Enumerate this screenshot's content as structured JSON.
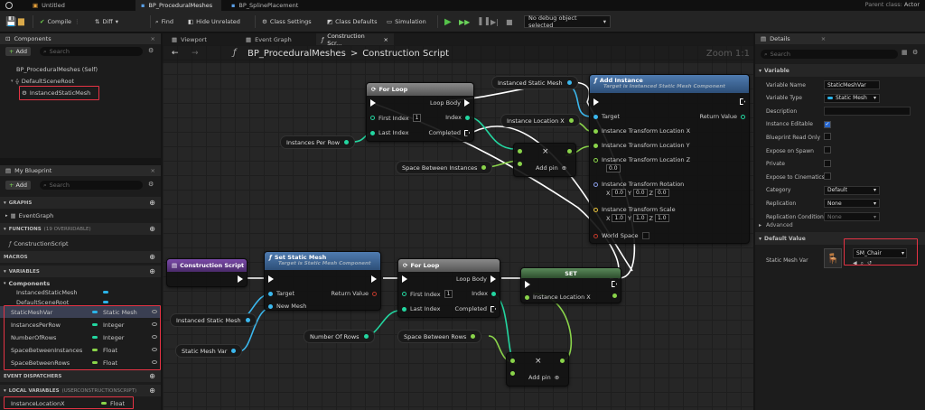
{
  "tabs": {
    "app_tab": "Untitled",
    "file_tab1": "BP_ProceduralMeshes",
    "file_tab2": "BP_SplinePlacement",
    "parent_label": "Parent class:",
    "parent_value": "Actor"
  },
  "toolbar": {
    "compile": "Compile",
    "diff": "Diff",
    "find": "Find",
    "hide_unrelated": "Hide Unrelated",
    "class_settings": "Class Settings",
    "class_defaults": "Class Defaults",
    "simulation": "Simulation",
    "debug_select": "No debug object selected"
  },
  "components": {
    "title": "Components",
    "add": "Add",
    "search_placeholder": "Search",
    "self": "BP_ProceduralMeshes (Self)",
    "root": "DefaultSceneRoot",
    "child": "InstancedStaticMesh"
  },
  "editor_tabs": {
    "viewport": "Viewport",
    "event_graph": "Event Graph",
    "construction": "Construction Scr..."
  },
  "breadcrumb": {
    "blueprint": "BP_ProceduralMeshes",
    "separator": ">",
    "graph": "Construction Script",
    "zoom": "Zoom 1:1"
  },
  "my_blueprint": {
    "title": "My Blueprint",
    "add": "Add",
    "search_placeholder": "Search",
    "graphs": "GRAPHS",
    "event_graph": "EventGraph",
    "functions": "FUNCTIONS",
    "functions_note": "(19 OVERRIDABLE)",
    "construction": "ConstructionScript",
    "macros": "MACROS",
    "variables": "VARIABLES",
    "components_group": "Components",
    "comp_vars": [
      "InstancedStaticMesh",
      "DefaultSceneRoot"
    ],
    "vars": [
      {
        "name": "StaticMeshVar",
        "type": "Static Mesh",
        "color": "#2bb3e8"
      },
      {
        "name": "InstancesPerRow",
        "type": "Integer",
        "color": "#23d6a0"
      },
      {
        "name": "NumberOfRows",
        "type": "Integer",
        "color": "#23d6a0"
      },
      {
        "name": "SpaceBetweenInstances",
        "type": "Float",
        "color": "#8ad44a"
      },
      {
        "name": "SpaceBetweenRows",
        "type": "Float",
        "color": "#8ad44a"
      }
    ],
    "event_dispatchers": "EVENT DISPATCHERS",
    "local_vars": "LOCAL VARIABLES",
    "local_vars_note": "(USERCONSTRUCTIONSCRIPT)",
    "local_var": {
      "name": "InstanceLocationX",
      "type": "Float"
    }
  },
  "graph": {
    "for_loop_top": {
      "title": "For Loop",
      "loop_body": "Loop Body",
      "first_index": "First Index",
      "first_index_val": "1",
      "index": "Index",
      "last_index": "Last Index",
      "completed": "Completed"
    },
    "instanced_static_mesh_top": "Instanced Static Mesh",
    "instance_location_x_top": "Instance Location X",
    "instances_per_row": "Instances Per Row",
    "space_between_instances": "Space Between Instances",
    "multiply_top": {
      "symbol": "×",
      "add_pin": "Add pin"
    },
    "add_instance": {
      "title": "Add Instance",
      "subtitle": "Target is Instanced Static Mesh Component",
      "target": "Target",
      "return_value": "Return Value",
      "loc_x": "Instance Transform Location X",
      "loc_y": "Instance Transform Location Y",
      "loc_z": "Instance Transform Location Z",
      "loc_z_val": "0.0",
      "rotation": "Instance Transform Rotation",
      "rot_vals": [
        "0.0",
        "0.0",
        "0.0"
      ],
      "scale": "Instance Transform Scale",
      "scale_vals": [
        "1.0",
        "1.0",
        "1.0"
      ],
      "world_space": "World Space",
      "axes": [
        "X",
        "Y",
        "Z"
      ]
    },
    "construction_script": "Construction Script",
    "set_static_mesh": {
      "title": "Set Static Mesh",
      "subtitle": "Target is Static Mesh Component",
      "target": "Target",
      "return_value": "Return Value",
      "new_mesh": "New Mesh"
    },
    "instanced_static_mesh_bottom": "Instanced Static Mesh",
    "static_mesh_var": "Static Mesh Var",
    "for_loop_bottom": {
      "title": "For Loop",
      "loop_body": "Loop Body",
      "first_index": "First Index",
      "first_index_val": "1",
      "index": "Index",
      "last_index": "Last Index",
      "completed": "Completed"
    },
    "number_of_rows": "Number Of Rows",
    "space_between_rows": "Space Between Rows",
    "set_node": {
      "title": "SET",
      "pin": "Instance Location X"
    },
    "multiply_bottom": {
      "symbol": "×",
      "add_pin": "Add pin"
    }
  },
  "details": {
    "title": "Details",
    "search_placeholder": "Search",
    "variable_section": "Variable",
    "rows": [
      {
        "label": "Variable Name",
        "value": "StaticMeshVar",
        "kind": "text"
      },
      {
        "label": "Variable Type",
        "value": "Static Mesh",
        "kind": "type"
      },
      {
        "label": "Description",
        "value": "",
        "kind": "text"
      },
      {
        "label": "Instance Editable",
        "value": "",
        "kind": "check_on"
      },
      {
        "label": "Blueprint Read Only",
        "value": "",
        "kind": "check"
      },
      {
        "label": "Expose on Spawn",
        "value": "",
        "kind": "check"
      },
      {
        "label": "Private",
        "value": "",
        "kind": "check"
      },
      {
        "label": "Expose to Cinematics",
        "value": "",
        "kind": "check"
      },
      {
        "label": "Category",
        "value": "Default",
        "kind": "dropdown"
      },
      {
        "label": "Replication",
        "value": "None",
        "kind": "dropdown"
      },
      {
        "label": "Replication Condition",
        "value": "None",
        "kind": "dropdown_dim"
      }
    ],
    "advanced": "Advanced",
    "default_value_section": "Default Value",
    "static_mesh_var_label": "Static Mesh Var",
    "mesh_asset": "SM_Chair"
  }
}
